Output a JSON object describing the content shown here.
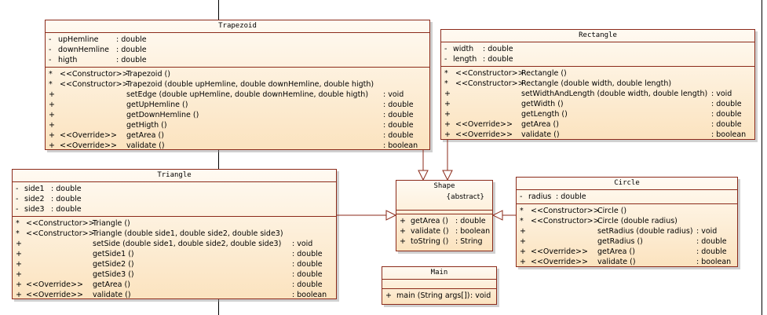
{
  "trapezoid": {
    "name": "Trapezoid",
    "attributes": [
      {
        "vis": "-",
        "name": "upHemline",
        "type": ": double"
      },
      {
        "vis": "-",
        "name": "downHemline",
        "type": ": double"
      },
      {
        "vis": "-",
        "name": "higth",
        "type": ": double"
      }
    ],
    "methods": [
      {
        "vis": "*",
        "stereo": "<<Constructor>>",
        "sig": "Trapezoid ()",
        "ret": ""
      },
      {
        "vis": "*",
        "stereo": "<<Constructor>>",
        "sig": "Trapezoid (double upHemline, double downHemline, double higth)",
        "ret": ""
      },
      {
        "vis": "+",
        "stereo": "",
        "sig": "setEdge (double upHemline, double downHemline, double higth)",
        "ret": ": void"
      },
      {
        "vis": "+",
        "stereo": "",
        "sig": "getUpHemline ()",
        "ret": ": double"
      },
      {
        "vis": "+",
        "stereo": "",
        "sig": "getDownHemline ()",
        "ret": ": double"
      },
      {
        "vis": "+",
        "stereo": "",
        "sig": "getHigth ()",
        "ret": ": double"
      },
      {
        "vis": "+",
        "stereo": "<<Override>>",
        "sig": "getArea ()",
        "ret": ": double"
      },
      {
        "vis": "+",
        "stereo": "<<Override>>",
        "sig": "validate ()",
        "ret": ": boolean"
      }
    ]
  },
  "rectangle": {
    "name": "Rectangle",
    "attributes": [
      {
        "vis": "-",
        "name": "width",
        "type": ": double"
      },
      {
        "vis": "-",
        "name": "length",
        "type": ": double"
      }
    ],
    "methods": [
      {
        "vis": "*",
        "stereo": "<<Constructor>>",
        "sig": "Rectangle ()",
        "ret": ""
      },
      {
        "vis": "*",
        "stereo": "<<Constructor>>",
        "sig": "Rectangle (double width, double length)",
        "ret": ""
      },
      {
        "vis": "+",
        "stereo": "",
        "sig": "setWidthAndLength (double width, double length)",
        "ret": ": void"
      },
      {
        "vis": "+",
        "stereo": "",
        "sig": "getWidth ()",
        "ret": ": double"
      },
      {
        "vis": "+",
        "stereo": "",
        "sig": "getLength ()",
        "ret": ": double"
      },
      {
        "vis": "+",
        "stereo": "<<Override>>",
        "sig": "getArea ()",
        "ret": ": double"
      },
      {
        "vis": "+",
        "stereo": "<<Override>>",
        "sig": "validate ()",
        "ret": ": boolean"
      }
    ]
  },
  "triangle": {
    "name": "Triangle",
    "attributes": [
      {
        "vis": "-",
        "name": "side1",
        "type": ": double"
      },
      {
        "vis": "-",
        "name": "side2",
        "type": ": double"
      },
      {
        "vis": "-",
        "name": "side3",
        "type": ": double"
      }
    ],
    "methods": [
      {
        "vis": "*",
        "stereo": "<<Constructor>>",
        "sig": "Triangle ()",
        "ret": ""
      },
      {
        "vis": "*",
        "stereo": "<<Constructor>>",
        "sig": "Triangle (double side1, double side2, double side3)",
        "ret": ""
      },
      {
        "vis": "+",
        "stereo": "",
        "sig": "setSide (double side1, double side2, double side3)",
        "ret": ": void"
      },
      {
        "vis": "+",
        "stereo": "",
        "sig": "getSide1 ()",
        "ret": ": double"
      },
      {
        "vis": "+",
        "stereo": "",
        "sig": "getSide2 ()",
        "ret": ": double"
      },
      {
        "vis": "+",
        "stereo": "",
        "sig": "getSide3 ()",
        "ret": ": double"
      },
      {
        "vis": "+",
        "stereo": "<<Override>>",
        "sig": "getArea ()",
        "ret": ": double"
      },
      {
        "vis": "+",
        "stereo": "<<Override>>",
        "sig": "validate ()",
        "ret": ": boolean"
      }
    ]
  },
  "shape": {
    "name": "Shape",
    "modifier": "{abstract}",
    "methods": [
      {
        "vis": "+",
        "sig": "getArea ()",
        "ret": ": double"
      },
      {
        "vis": "+",
        "sig": "validate ()",
        "ret": ": boolean"
      },
      {
        "vis": "+",
        "sig": "toString ()",
        "ret": ": String"
      }
    ]
  },
  "circle": {
    "name": "Circle",
    "attributes": [
      {
        "vis": "-",
        "name": "radius",
        "type": ": double"
      }
    ],
    "methods": [
      {
        "vis": "*",
        "stereo": "<<Constructor>>",
        "sig": "Circle ()",
        "ret": ""
      },
      {
        "vis": "*",
        "stereo": "<<Constructor>>",
        "sig": "Circle (double radius)",
        "ret": ""
      },
      {
        "vis": "+",
        "stereo": "",
        "sig": "setRadius (double radius)",
        "ret": ": void"
      },
      {
        "vis": "+",
        "stereo": "",
        "sig": "getRadius ()",
        "ret": ": double"
      },
      {
        "vis": "+",
        "stereo": "<<Override>>",
        "sig": "getArea ()",
        "ret": ": double"
      },
      {
        "vis": "+",
        "stereo": "<<Override>>",
        "sig": "validate ()",
        "ret": ": boolean"
      }
    ]
  },
  "main_class": {
    "name": "Main",
    "methods": [
      {
        "vis": "+",
        "sig": "main (String args[])",
        "ret": ": void"
      }
    ]
  }
}
